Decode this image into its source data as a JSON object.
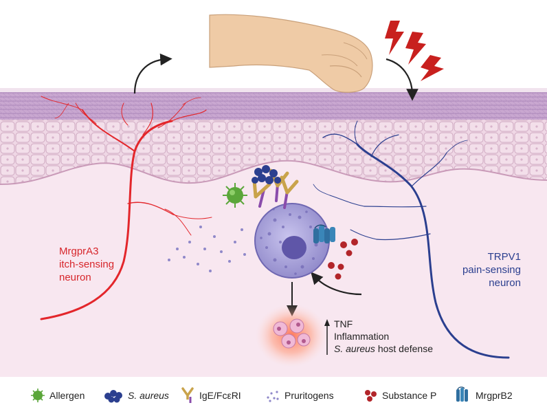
{
  "labels": {
    "itch_neuron": [
      "MrgprA3",
      "itch-sensing",
      "neuron"
    ],
    "pain_neuron": [
      "TRPV1",
      "pain-sensing",
      "neuron"
    ],
    "effects": {
      "tnf": "TNF",
      "inflammation": "Inflammation",
      "host_defense_species": "S. aureus",
      "host_defense_rest": " host defense"
    }
  },
  "legend": [
    {
      "icon": "allergen-icon",
      "label": "Allergen",
      "italic": false
    },
    {
      "icon": "s-aureus-icon",
      "label": "S. aureus",
      "italic": true
    },
    {
      "icon": "ige-fceri-icon",
      "label": "IgE/FcεRI",
      "italic": false
    },
    {
      "icon": "pruritogens-icon",
      "label": "Pruritogens",
      "italic": false
    },
    {
      "icon": "substance-p-icon",
      "label": "Substance P",
      "italic": false
    },
    {
      "icon": "mrgprb2-icon",
      "label": "MrgprB2",
      "italic": false
    }
  ],
  "colors": {
    "itch_neuron": "#d7262b",
    "pain_neuron": "#2b3f8f",
    "dermis": "#f6e4ee",
    "epidermis": "#ecd3e2",
    "stratum_corneum": "#c7a6cf",
    "mast_cell": "#a8a3d8",
    "skin_hand": "#edc9a3",
    "lightning": "#c8201e"
  }
}
